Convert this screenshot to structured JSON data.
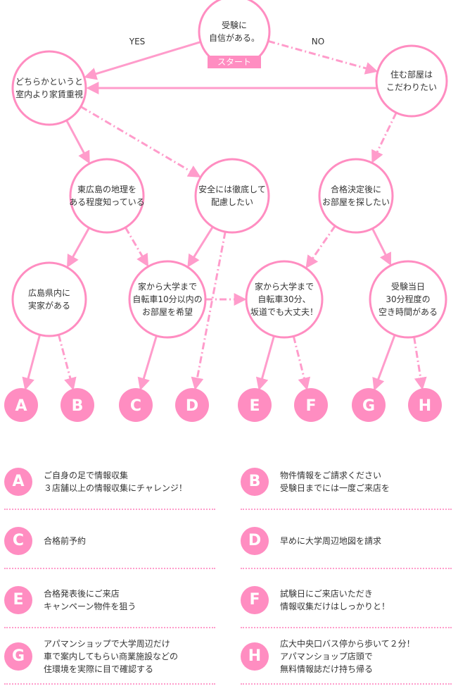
{
  "colors": {
    "pink": "#ff8dc1",
    "line": "#ff9ccb",
    "text": "#333333"
  },
  "labels": {
    "yes": "YES",
    "no": "NO",
    "start": "スタート"
  },
  "nodes": {
    "start": [
      "受験に",
      "自信がある。"
    ],
    "yes1": [
      "どちらかというと",
      "室内より家賃重視"
    ],
    "no1": [
      "住む部屋は",
      "こだわりたい"
    ],
    "higashi": [
      "東広島の地理を",
      "ある程度知っている"
    ],
    "anzen": [
      "安全には徹底して",
      "配慮したい"
    ],
    "goukaku": [
      "合格決定後に",
      "お部屋を探したい"
    ],
    "kennai": [
      "広島県内に",
      "実家がある"
    ],
    "jitensha10": [
      "家から大学まで",
      "自転車10分以内の",
      "お部屋を希望"
    ],
    "jitensha30": [
      "家から大学まで",
      "自転車30分、",
      "坂道でも大丈夫！"
    ],
    "tojitsu": [
      "受験当日",
      "30分程度の",
      "空き時間がある"
    ]
  },
  "letters": [
    "A",
    "B",
    "C",
    "D",
    "E",
    "F",
    "G",
    "H"
  ],
  "legend": [
    {
      "letter": "A",
      "text": "ご自身の足で情報収集\n３店舗以上の情報収集にチャレンジ！"
    },
    {
      "letter": "B",
      "text": "物件情報をご請求ください\n受験日までには一度ご来店を"
    },
    {
      "letter": "C",
      "text": "合格前予約"
    },
    {
      "letter": "D",
      "text": "早めに大学周辺地図を請求"
    },
    {
      "letter": "E",
      "text": "合格発表後にご来店\nキャンペーン物件を狙う"
    },
    {
      "letter": "F",
      "text": "試験日にご来店いただき\n情報収集だけはしっかりと！"
    },
    {
      "letter": "G",
      "text": "アパマンショップで大学周辺だけ\n車で案内してもらい商業施設などの\n住環境を実際に目で確認する"
    },
    {
      "letter": "H",
      "text": "広大中央口バス停から歩いて２分！\nアパマンショップ店頭で\n無料情報誌だけ持ち帰る"
    }
  ]
}
